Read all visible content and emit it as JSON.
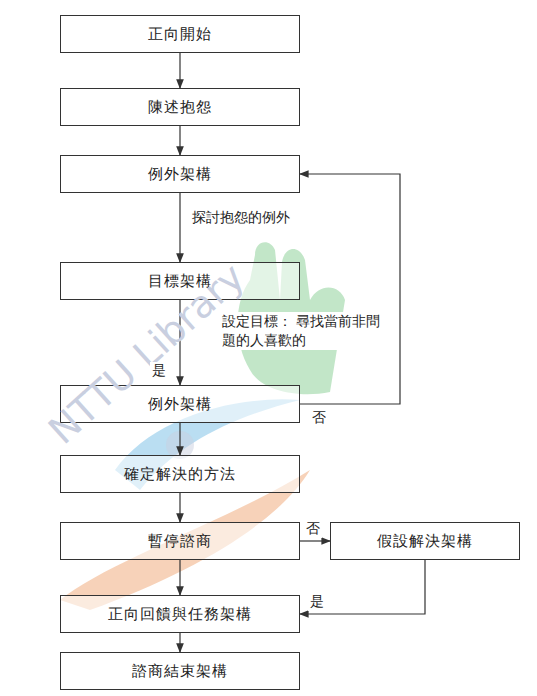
{
  "diagram": {
    "nodes": [
      {
        "text": [
          "正向開始"
        ]
      },
      {
        "text": [
          "陳述抱怨"
        ]
      },
      {
        "text": [
          "例外架構"
        ]
      },
      {
        "text": [
          "目標架構"
        ]
      },
      {
        "text": [
          "例外架構"
        ]
      },
      {
        "text": [
          "確定解決的方法"
        ]
      },
      {
        "text": [
          "暫停諮商"
        ]
      },
      {
        "text": [
          "假設解決架構"
        ]
      },
      {
        "text": [
          "正向回饋與任務架構"
        ]
      },
      {
        "text": [
          "諮商結束架構"
        ]
      }
    ],
    "edges": [
      {
        "from": 0,
        "to": 1,
        "arrow": "to"
      },
      {
        "from": 1,
        "to": 2,
        "arrow": "to"
      },
      {
        "from": 2,
        "to": 3,
        "arrow": "to",
        "label": "探討抱怨的例外"
      },
      {
        "from": 3,
        "to": 4,
        "arrow": "to",
        "label": "設定目標： 尋找當前非問題的人喜歡的"
      },
      {
        "from": 4,
        "to": 2,
        "arrow": "to",
        "label": "否"
      },
      {
        "from": 4,
        "to": 5,
        "arrow": "to"
      },
      {
        "from": 5,
        "to": 6,
        "arrow": "to"
      },
      {
        "from": 6,
        "to": 8,
        "arrow": "to"
      },
      {
        "from": 6,
        "to": 7,
        "arrow": "to",
        "label": "否"
      },
      {
        "from": 7,
        "to": 8,
        "arrow": "to",
        "label": "是"
      },
      {
        "from": 8,
        "to": 9,
        "arrow": "to"
      }
    ],
    "labels": [
      "是",
      "NTTU Library"
    ]
  }
}
